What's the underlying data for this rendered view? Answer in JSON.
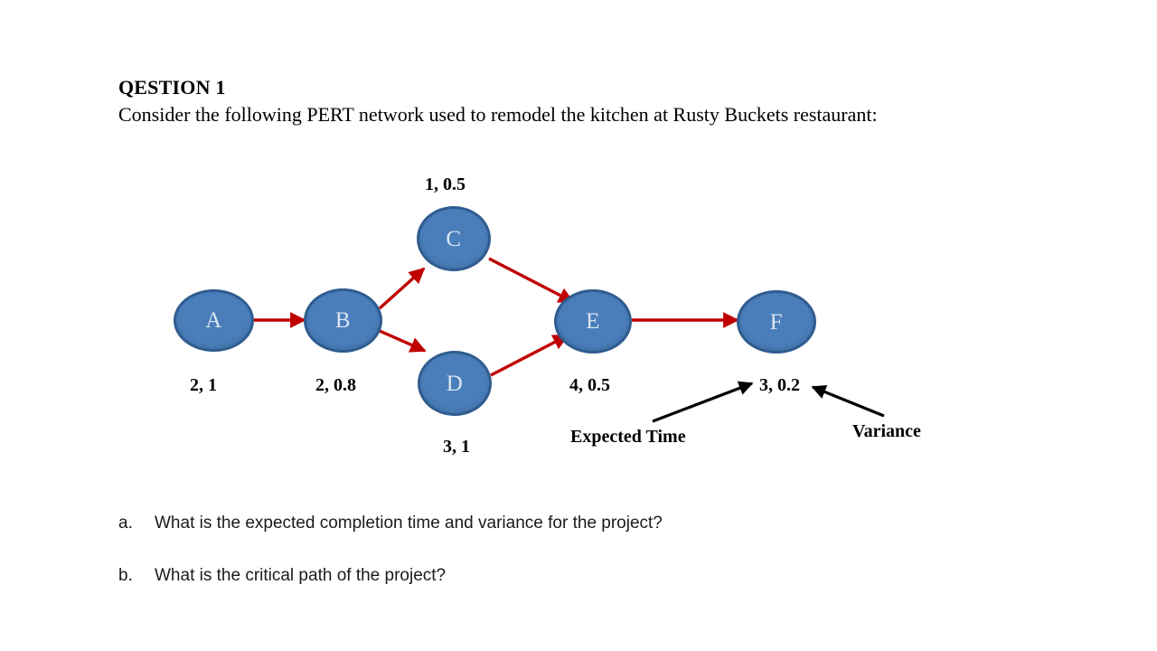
{
  "heading": {
    "title": "QESTION 1",
    "intro": "Consider the following PERT network used to remodel the kitchen at Rusty Buckets restaurant:"
  },
  "diagram": {
    "type": "pert-network",
    "node_fill": "#4a7ebb",
    "node_border": "#2f5c8f",
    "node_text_color": "#dbe5f1",
    "edge_color": "#c00000",
    "annotation_color": "#000000",
    "nodes": [
      {
        "id": "A",
        "label": "A",
        "value_label": "2, 1",
        "expected_time": 2,
        "variance": 1
      },
      {
        "id": "B",
        "label": "B",
        "value_label": "2, 0.8",
        "expected_time": 2,
        "variance": 0.8
      },
      {
        "id": "C",
        "label": "C",
        "value_label": "1, 0.5",
        "expected_time": 1,
        "variance": 0.5
      },
      {
        "id": "D",
        "label": "D",
        "value_label": "3, 1",
        "expected_time": 3,
        "variance": 1
      },
      {
        "id": "E",
        "label": "E",
        "value_label": "4, 0.5",
        "expected_time": 4,
        "variance": 0.5
      },
      {
        "id": "F",
        "label": "F",
        "value_label": "3, 0.2",
        "expected_time": 3,
        "variance": 0.2
      }
    ],
    "edges": [
      {
        "from": "A",
        "to": "B"
      },
      {
        "from": "B",
        "to": "C"
      },
      {
        "from": "B",
        "to": "D"
      },
      {
        "from": "C",
        "to": "E"
      },
      {
        "from": "D",
        "to": "E"
      },
      {
        "from": "E",
        "to": "F"
      }
    ],
    "annotations": [
      {
        "id": "expected-time",
        "label": "Expected Time"
      },
      {
        "id": "variance",
        "label": "Variance"
      }
    ]
  },
  "questions": [
    {
      "marker": "a.",
      "text": "What is the expected completion time and variance for the project?"
    },
    {
      "marker": "b.",
      "text": "What is the critical path of the project?"
    }
  ]
}
